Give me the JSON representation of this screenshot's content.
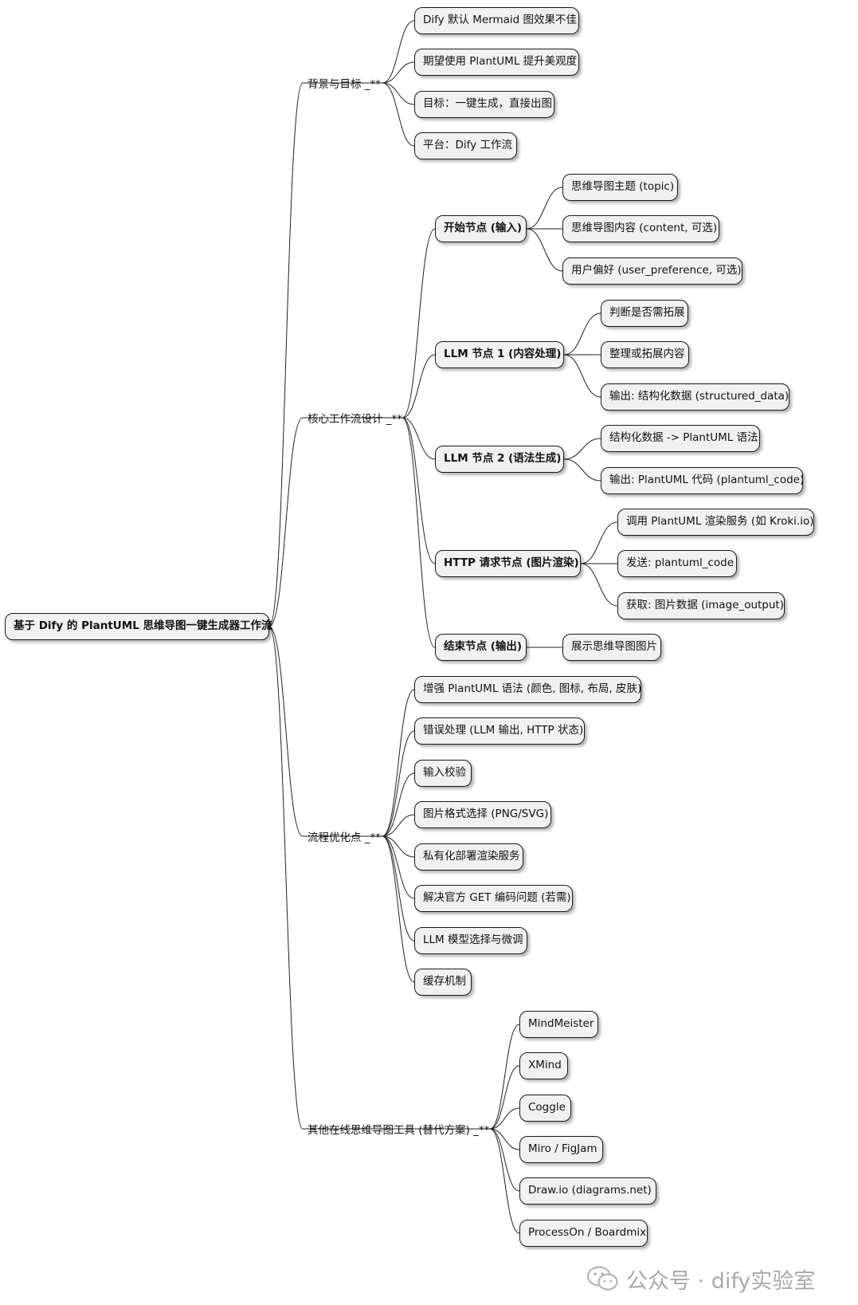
{
  "root": "基于 Dify 的 PlantUML 思维导图一键生成器工作流",
  "branches": [
    {
      "label": "背景与目标 _**",
      "children": [
        {
          "label": "Dify 默认 Mermaid 图效果不佳"
        },
        {
          "label": "期望使用 PlantUML 提升美观度"
        },
        {
          "label": "目标：一键生成，直接出图"
        },
        {
          "label": "平台：Dify 工作流"
        }
      ]
    },
    {
      "label": "核心工作流设计 _**",
      "children": [
        {
          "label": "开始节点 (输入)",
          "children": [
            {
              "label": "思维导图主题 (topic)"
            },
            {
              "label": "思维导图内容 (content, 可选)"
            },
            {
              "label": "用户偏好 (user_preference, 可选)"
            }
          ]
        },
        {
          "label": "LLM 节点 1 (内容处理)",
          "children": [
            {
              "label": "判断是否需拓展"
            },
            {
              "label": "整理或拓展内容"
            },
            {
              "label": "输出: 结构化数据 (structured_data)"
            }
          ]
        },
        {
          "label": "LLM 节点 2 (语法生成)",
          "children": [
            {
              "label": "结构化数据 -> PlantUML 语法"
            },
            {
              "label": "输出: PlantUML 代码 (plantuml_code)"
            }
          ]
        },
        {
          "label": "HTTP 请求节点 (图片渲染)",
          "children": [
            {
              "label": "调用 PlantUML 渲染服务 (如 Kroki.io)"
            },
            {
              "label": "发送: plantuml_code"
            },
            {
              "label": "获取: 图片数据 (image_output)"
            }
          ]
        },
        {
          "label": "结束节点 (输出)",
          "children": [
            {
              "label": "展示思维导图图片"
            }
          ]
        }
      ]
    },
    {
      "label": "流程优化点 _**",
      "children": [
        {
          "label": "增强 PlantUML 语法 (颜色, 图标, 布局, 皮肤)"
        },
        {
          "label": "错误处理 (LLM 输出, HTTP 状态)"
        },
        {
          "label": "输入校验"
        },
        {
          "label": "图片格式选择 (PNG/SVG)"
        },
        {
          "label": "私有化部署渲染服务"
        },
        {
          "label": "解决官方 GET 编码问题 (若需)"
        },
        {
          "label": "LLM 模型选择与微调"
        },
        {
          "label": "缓存机制"
        }
      ]
    },
    {
      "label": "其他在线思维导图工具 (替代方案) _**",
      "children": [
        {
          "label": "MindMeister"
        },
        {
          "label": "XMind"
        },
        {
          "label": "Coggle"
        },
        {
          "label": "Miro / FigJam"
        },
        {
          "label": "Draw.io (diagrams.net)"
        },
        {
          "label": "ProcessOn / Boardmix"
        }
      ]
    }
  ],
  "watermark": {
    "text": "公众号 · dify实验室",
    "icon": "wechat-icon"
  }
}
